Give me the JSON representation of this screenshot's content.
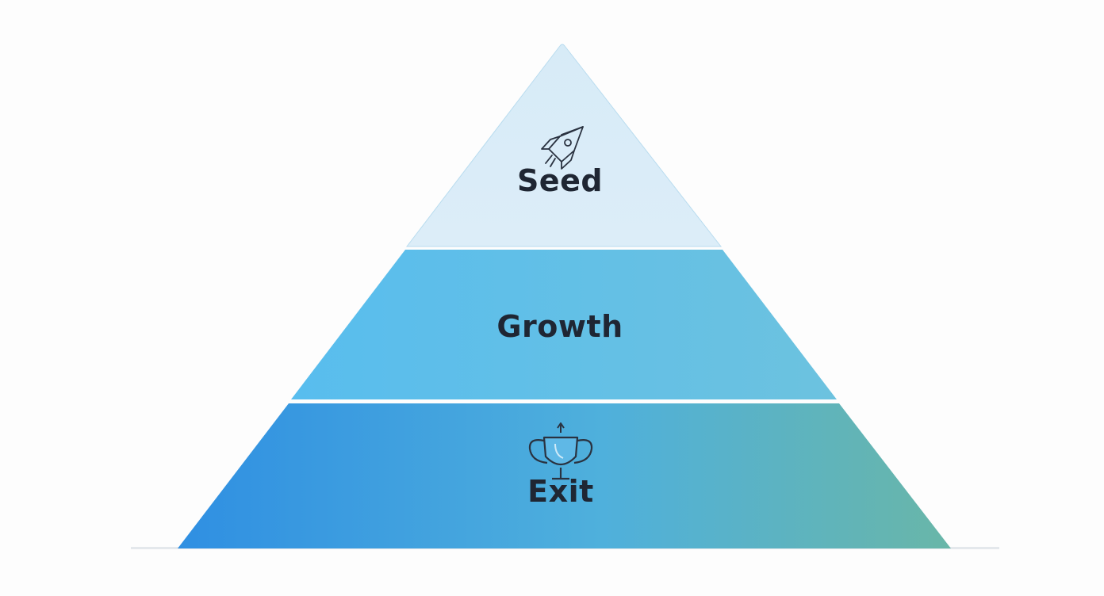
{
  "diagram": {
    "type": "pyramid",
    "tiers": [
      {
        "label": "Seed",
        "icon": "rocket-icon",
        "color": "#d9ecf8"
      },
      {
        "label": "Growth",
        "icon": "",
        "color": "#62bde8"
      },
      {
        "label": "Exit",
        "icon": "trophy-icon",
        "color_start": "#2f8fe2",
        "color_end": "#69b6a8"
      }
    ],
    "colors": {
      "text": "#1f2633",
      "divider": "#ffffff",
      "icon_stroke": "#2a3240",
      "trophy_cup": "#5fb8e6"
    }
  }
}
